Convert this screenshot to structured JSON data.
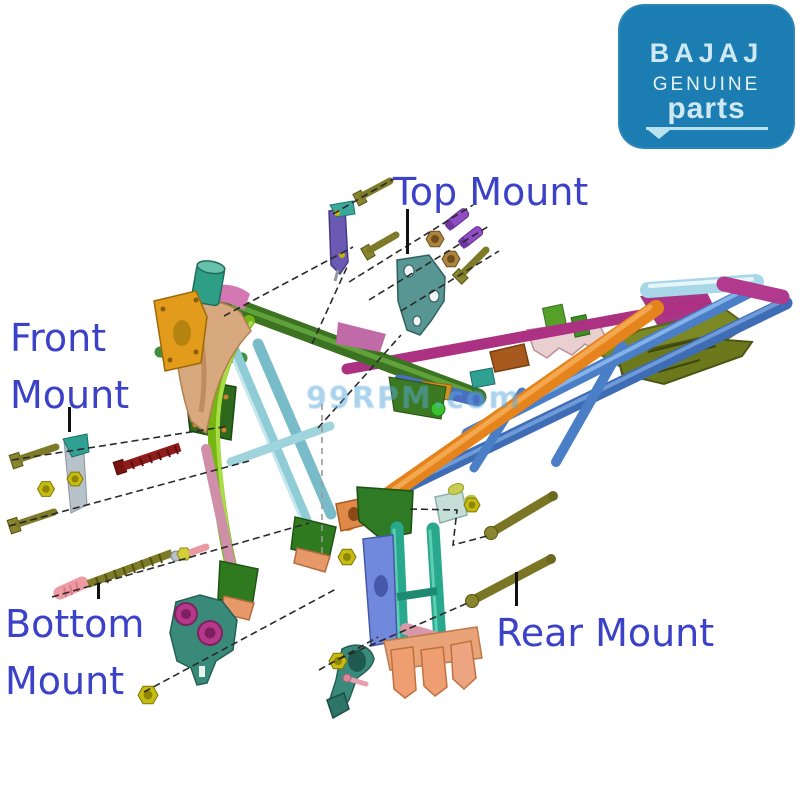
{
  "labels": {
    "top": "Top Mount",
    "front_line1": "Front",
    "front_line2": "Mount",
    "bottom_line1": "Bottom",
    "bottom_line2": "Mount",
    "rear": "Rear Mount"
  },
  "logo": {
    "brand": "BAJAJ",
    "genuine": "GENUINE",
    "parts": "parts"
  },
  "watermark": {
    "text": "99RPM.com"
  },
  "colors": {
    "label": "#3c42c7",
    "leader": "#111111",
    "logo_bg": "#1b7db2",
    "logo_text": "#cfe9f4",
    "logo_genuine": "#e8f4fa",
    "watermark": "#5aa8dc"
  }
}
